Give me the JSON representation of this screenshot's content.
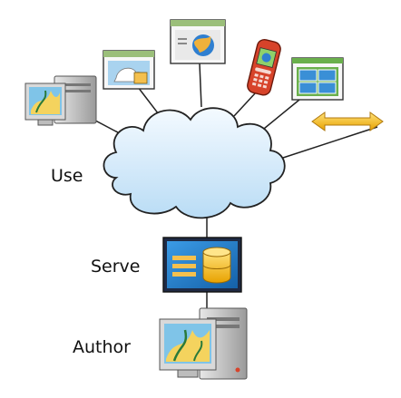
{
  "diagram": {
    "layers": [
      {
        "label": "Use"
      },
      {
        "label": "Serve"
      },
      {
        "label": "Author"
      }
    ],
    "nodes": [
      {
        "name": "desktop-computer-icon"
      },
      {
        "name": "web-browser-map-icon"
      },
      {
        "name": "web-browser-globe-icon"
      },
      {
        "name": "mobile-phone-icon"
      },
      {
        "name": "tiled-map-window-icon"
      },
      {
        "name": "data-exchange-arrow-icon"
      },
      {
        "name": "cloud-icon"
      },
      {
        "name": "map-server-icon"
      },
      {
        "name": "authoring-workstation-icon"
      }
    ],
    "colors": {
      "cloud_fill": "#dcefff",
      "cloud_stroke": "#222222",
      "server_blue": "#1f78c8",
      "database_gold": "#f4b400",
      "arrow_gold": "#f2b43c",
      "screen_green": "#6ab04c",
      "phone_red": "#d7432a"
    }
  }
}
